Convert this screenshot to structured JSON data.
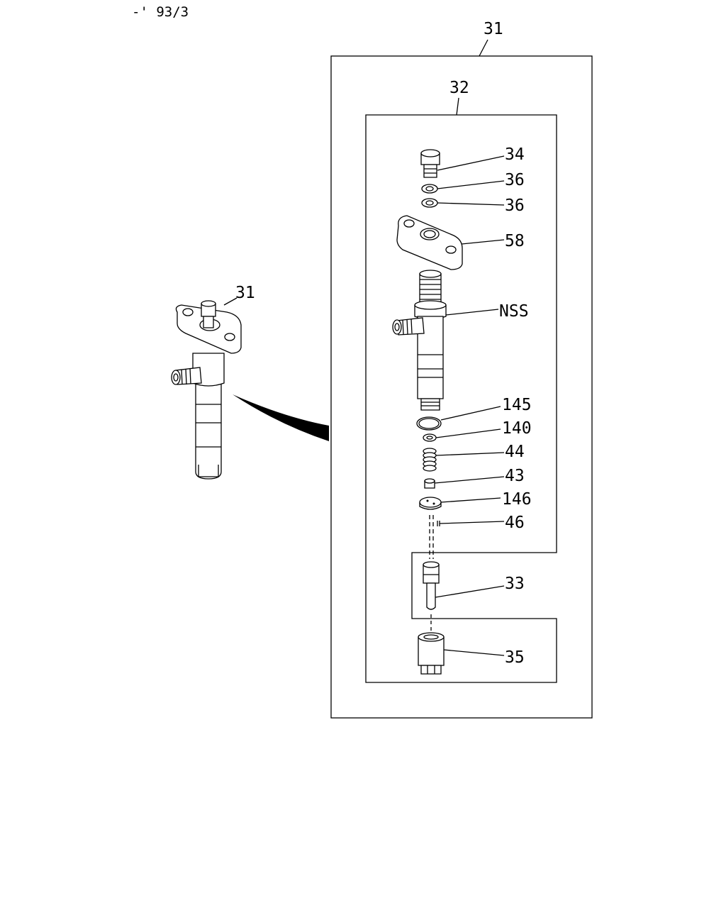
{
  "header": {
    "code": "-' 93/3"
  },
  "labels": {
    "assembly_box": "31",
    "subassembly_box": "32",
    "overview_assembly": "31",
    "bolt": "34",
    "washer_upper": "36",
    "washer_lower": "36",
    "holder_flange": "58",
    "nozzle_holder_body": "NSS",
    "o_ring": "145",
    "shim": "140",
    "spring": "44",
    "push_rod": "43",
    "spacer": "146",
    "pin": "46",
    "nozzle": "33",
    "retaining_nut": "35"
  },
  "colors": {
    "ink": "#000000",
    "paper": "#ffffff"
  }
}
